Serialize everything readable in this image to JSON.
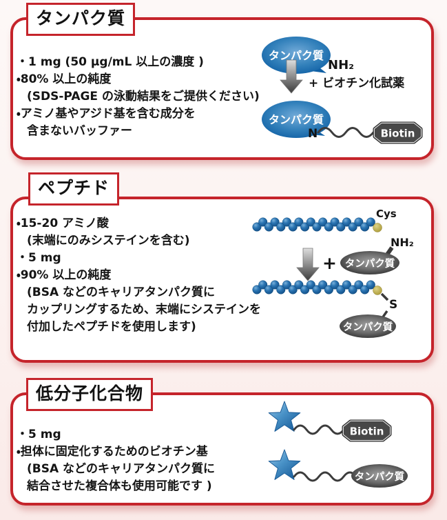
{
  "accent_red": "#c5242b",
  "sections": [
    {
      "title": "タンパク質",
      "bullets": [
        {
          "text": "・1 mg (50 μg/mL 以上の濃度 )"
        },
        {
          "text": "・80% 以上の純度"
        },
        {
          "text": "(SDS-PAGE の泳動結果をご提供ください)"
        },
        {
          "text": "・アミノ基やアジド基を含む成分を"
        },
        {
          "text": "含まないバッファー"
        }
      ],
      "diagram": {
        "protein_top": "タンパク質",
        "nh2": "NH₂",
        "reagent": "+ ビオチン化試薬",
        "protein_bottom": "タンパク質",
        "n": "N",
        "biotin": "Biotin"
      }
    },
    {
      "title": "ペプチド",
      "bullets": [
        {
          "text": "・15-20 アミノ酸"
        },
        {
          "text": "(末端にのみシステインを含む)"
        },
        {
          "text": "・5 mg"
        },
        {
          "text": "・90% 以上の純度"
        },
        {
          "text": "(BSA などのキャリアタンパク質に"
        },
        {
          "text": "カップリングするため、末端にシステインを"
        },
        {
          "text": "付加したペプチドを使用します)"
        }
      ],
      "diagram": {
        "cys": "Cys",
        "plus": "+",
        "nh2": "NH₂",
        "carrier_top": "タンパク質",
        "s": "S",
        "carrier_bottom": "タンパク質"
      }
    },
    {
      "title": "低分子化合物",
      "bullets": [
        {
          "text": "・5 mg"
        },
        {
          "text": "・担体に固定化するためのビオチン基"
        },
        {
          "text": "(BSA などのキャリアタンパク質に"
        },
        {
          "text": "結合させた複合体も使用可能です )"
        }
      ],
      "diagram": {
        "biotin": "Biotin",
        "carrier": "タンパク質"
      }
    }
  ]
}
